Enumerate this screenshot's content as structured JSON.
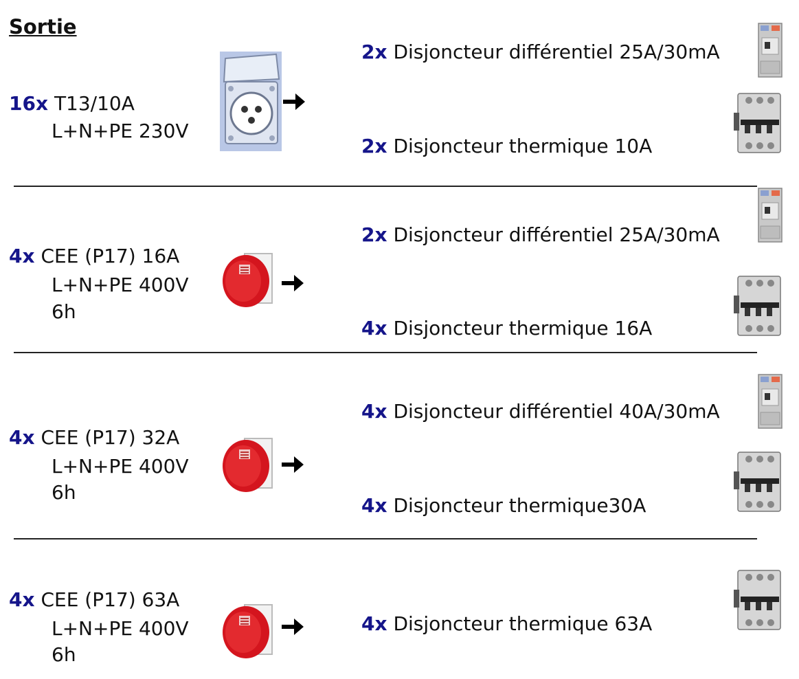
{
  "title": "Sortie",
  "arrow_glyph": "➔",
  "colors": {
    "quantity": "#15158a",
    "plug_red": "#d4151e"
  },
  "sections": [
    {
      "input": {
        "qty": "16x",
        "name": "T13/10A",
        "lines": [
          "L+N+PE 230V"
        ]
      },
      "input_icon": "t13-socket-icon",
      "outputs": [
        {
          "qty": "2x",
          "label": "Disjoncteur différentiel 25A/30mA",
          "icon": "rcd-breaker-icon"
        },
        {
          "qty": "2x",
          "label": "Disjoncteur thermique 10A",
          "icon": "mcb-breaker-icon"
        }
      ]
    },
    {
      "input": {
        "qty": "4x",
        "name": "CEE (P17) 16A",
        "lines": [
          "L+N+PE 400V",
          "6h"
        ]
      },
      "input_icon": "cee-socket-icon",
      "outputs": [
        {
          "qty": "2x",
          "label": "Disjoncteur différentiel 25A/30mA",
          "icon": "rcd-breaker-icon"
        },
        {
          "qty": "4x",
          "label": "Disjoncteur thermique 16A",
          "icon": "mcb-breaker-icon"
        }
      ]
    },
    {
      "input": {
        "qty": "4x",
        "name": "CEE (P17) 32A",
        "lines": [
          "L+N+PE 400V",
          "6h"
        ]
      },
      "input_icon": "cee-socket-icon",
      "outputs": [
        {
          "qty": "4x",
          "label": "Disjoncteur différentiel 40A/30mA",
          "icon": "rcd-breaker-icon"
        },
        {
          "qty": "4x",
          "label": "Disjoncteur thermique30A",
          "icon": "mcb-breaker-icon"
        }
      ]
    },
    {
      "input": {
        "qty": "4x",
        "name": "CEE (P17) 63A",
        "lines": [
          "L+N+PE 400V",
          "6h"
        ]
      },
      "input_icon": "cee-socket-icon",
      "outputs": [
        {
          "qty": "4x",
          "label": "Disjoncteur thermique 63A",
          "icon": "mcb-breaker-icon"
        }
      ]
    }
  ]
}
